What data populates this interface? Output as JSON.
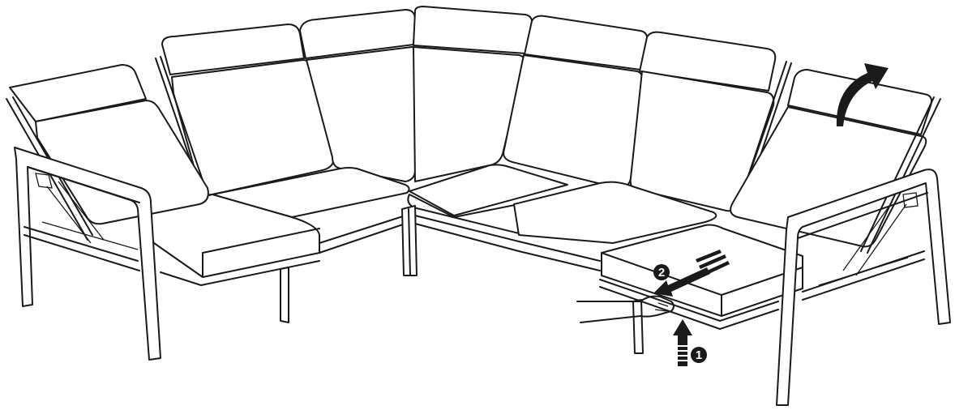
{
  "diagram": {
    "subject": "sectional-sofa-recline-adjustment",
    "steps": [
      {
        "number": "1",
        "action": "push-up"
      },
      {
        "number": "2",
        "action": "pull-out"
      }
    ],
    "tilt_arrow": "curved-arrow-up",
    "colors": {
      "line": "#1a1a1a",
      "fill": "#ffffff"
    }
  }
}
